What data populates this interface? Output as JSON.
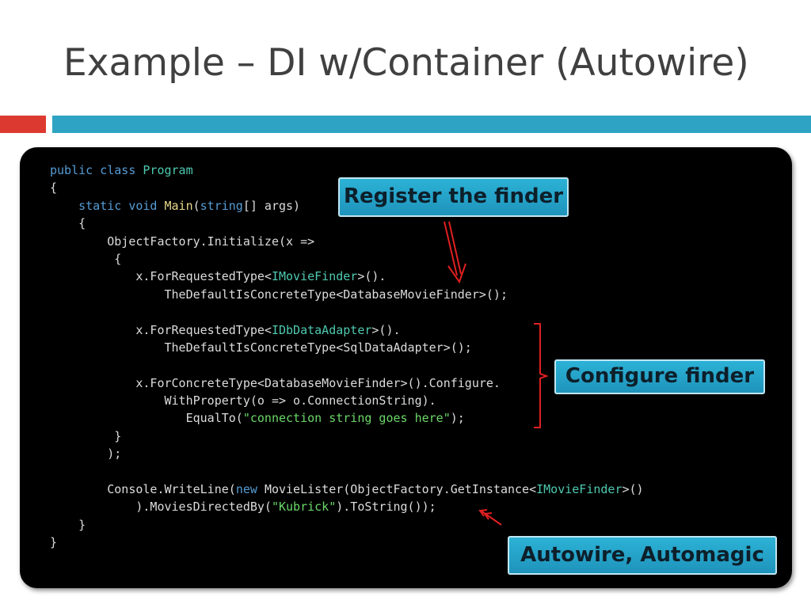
{
  "slide": {
    "title": "Example – DI w/Container (Autowire)"
  },
  "accent_colors": {
    "red": "#dc3a30",
    "blue": "#2ea3c4"
  },
  "code": {
    "lines": [
      [
        {
          "t": "public class ",
          "c": "kw"
        },
        {
          "t": "Program",
          "c": "ty"
        }
      ],
      [
        {
          "t": "{",
          "c": ""
        }
      ],
      [
        {
          "t": "    ",
          "c": ""
        },
        {
          "t": "static void ",
          "c": "kw"
        },
        {
          "t": "Main",
          "c": "fn"
        },
        {
          "t": "(",
          "c": ""
        },
        {
          "t": "string",
          "c": "kw"
        },
        {
          "t": "[] args)",
          "c": ""
        }
      ],
      [
        {
          "t": "    {",
          "c": ""
        }
      ],
      [
        {
          "t": "        ObjectFactory.Initialize(x =>",
          "c": ""
        }
      ],
      [
        {
          "t": "         {",
          "c": ""
        }
      ],
      [
        {
          "t": "            x.ForRequestedType<",
          "c": ""
        },
        {
          "t": "IMovieFinder",
          "c": "ty"
        },
        {
          "t": ">().",
          "c": ""
        }
      ],
      [
        {
          "t": "                TheDefaultIsConcreteType<DatabaseMovieFinder>();",
          "c": ""
        }
      ],
      [
        {
          "t": "",
          "c": ""
        }
      ],
      [
        {
          "t": "            x.ForRequestedType<",
          "c": ""
        },
        {
          "t": "IDbDataAdapter",
          "c": "ty"
        },
        {
          "t": ">().",
          "c": ""
        }
      ],
      [
        {
          "t": "                TheDefaultIsConcreteType<SqlDataAdapter>();",
          "c": ""
        }
      ],
      [
        {
          "t": "",
          "c": ""
        }
      ],
      [
        {
          "t": "            x.ForConcreteType<DatabaseMovieFinder>().Configure.",
          "c": ""
        }
      ],
      [
        {
          "t": "                WithProperty(o => o.ConnectionString).",
          "c": ""
        }
      ],
      [
        {
          "t": "                   EqualTo(",
          "c": ""
        },
        {
          "t": "\"connection string goes here\"",
          "c": "st"
        },
        {
          "t": ");",
          "c": ""
        }
      ],
      [
        {
          "t": "         }",
          "c": ""
        }
      ],
      [
        {
          "t": "        );",
          "c": ""
        }
      ],
      [
        {
          "t": "",
          "c": ""
        }
      ],
      [
        {
          "t": "        Console.WriteLine(",
          "c": ""
        },
        {
          "t": "new ",
          "c": "kw"
        },
        {
          "t": "MovieLister(ObjectFactory.GetInstance<",
          "c": ""
        },
        {
          "t": "IMovieFinder",
          "c": "ty"
        },
        {
          "t": ">()",
          "c": ""
        }
      ],
      [
        {
          "t": "            ).MoviesDirectedBy(",
          "c": ""
        },
        {
          "t": "\"Kubrick\"",
          "c": "st"
        },
        {
          "t": ").ToString());",
          "c": ""
        }
      ],
      [
        {
          "t": "    }",
          "c": ""
        }
      ],
      [
        {
          "t": "}",
          "c": ""
        }
      ]
    ]
  },
  "callouts": {
    "register": "Register the finder",
    "configure": "Configure finder",
    "autowire": "Autowire, Automagic"
  }
}
